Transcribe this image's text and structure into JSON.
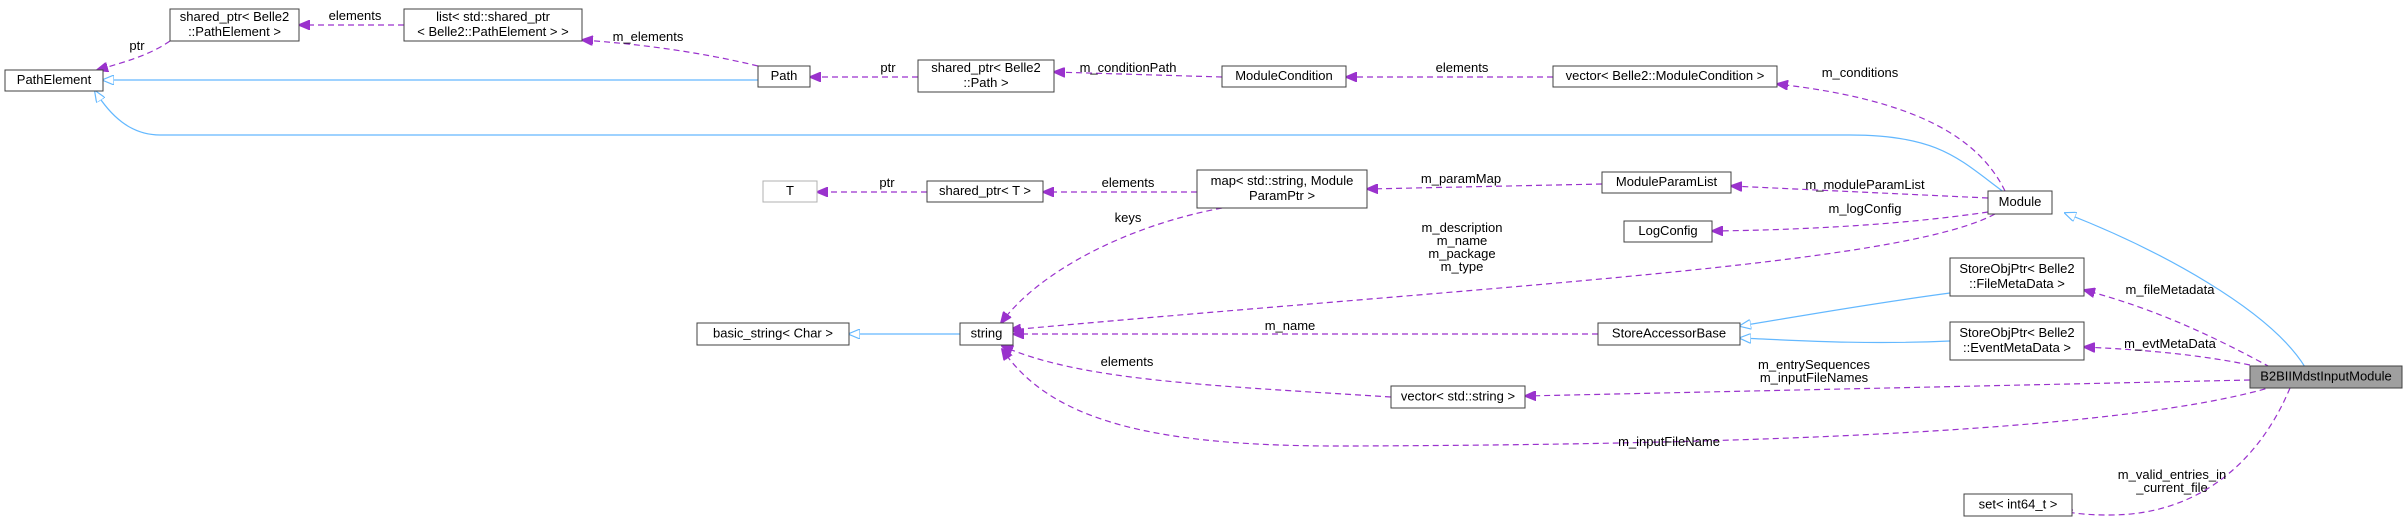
{
  "colors": {
    "inheritance": "#63b8ff",
    "usage": "#9a32cd",
    "highlight_fill": "#9f9f9f",
    "border": "#404040"
  },
  "nodes": [
    {
      "id": "pathelement",
      "lines": [
        "PathElement"
      ]
    },
    {
      "id": "sp_pathelement",
      "lines": [
        "shared_ptr< Belle2",
        "::PathElement >"
      ]
    },
    {
      "id": "list_sp",
      "lines": [
        "list< std::shared_ptr",
        "< Belle2::PathElement > >"
      ]
    },
    {
      "id": "path",
      "lines": [
        "Path"
      ]
    },
    {
      "id": "sp_path",
      "lines": [
        "shared_ptr< Belle2",
        "::Path >"
      ]
    },
    {
      "id": "modulecondition",
      "lines": [
        "ModuleCondition"
      ]
    },
    {
      "id": "vec_modcond",
      "lines": [
        "vector< Belle2::ModuleCondition >"
      ]
    },
    {
      "id": "t",
      "lines": [
        "T"
      ]
    },
    {
      "id": "sp_t",
      "lines": [
        "shared_ptr< T >"
      ]
    },
    {
      "id": "map_param",
      "lines": [
        "map< std::string, Module",
        "ParamPtr >"
      ]
    },
    {
      "id": "moduleparamlist",
      "lines": [
        "ModuleParamList"
      ]
    },
    {
      "id": "module",
      "lines": [
        "Module"
      ]
    },
    {
      "id": "logconfig",
      "lines": [
        "LogConfig"
      ]
    },
    {
      "id": "basic_string",
      "lines": [
        "basic_string< Char >"
      ]
    },
    {
      "id": "string",
      "lines": [
        "string"
      ]
    },
    {
      "id": "storeaccessorbase",
      "lines": [
        "StoreAccessorBase"
      ]
    },
    {
      "id": "sop_file",
      "lines": [
        "StoreObjPtr< Belle2",
        "::FileMetaData >"
      ]
    },
    {
      "id": "sop_evt",
      "lines": [
        "StoreObjPtr< Belle2",
        "::EventMetaData >"
      ]
    },
    {
      "id": "vec_string",
      "lines": [
        "vector< std::string >"
      ]
    },
    {
      "id": "b2bii",
      "lines": [
        "B2BIIMdstInputModule"
      ]
    },
    {
      "id": "set_int64",
      "lines": [
        "set< int64_t >"
      ]
    }
  ],
  "edge_labels": [
    {
      "id": "l_ptr1",
      "lines": [
        "ptr"
      ]
    },
    {
      "id": "l_elements1",
      "lines": [
        "elements"
      ]
    },
    {
      "id": "l_m_elements",
      "lines": [
        "m_elements"
      ]
    },
    {
      "id": "l_ptr2",
      "lines": [
        "ptr"
      ]
    },
    {
      "id": "l_m_conditionpath",
      "lines": [
        "m_conditionPath"
      ]
    },
    {
      "id": "l_elements2",
      "lines": [
        "elements"
      ]
    },
    {
      "id": "l_m_conditions",
      "lines": [
        "m_conditions"
      ]
    },
    {
      "id": "l_ptr3",
      "lines": [
        "ptr"
      ]
    },
    {
      "id": "l_elements3",
      "lines": [
        "elements"
      ]
    },
    {
      "id": "l_m_parammap",
      "lines": [
        "m_paramMap"
      ]
    },
    {
      "id": "l_m_moduleparamlist",
      "lines": [
        "m_moduleParamList"
      ]
    },
    {
      "id": "l_m_logconfig",
      "lines": [
        "m_logConfig"
      ]
    },
    {
      "id": "l_keys",
      "lines": [
        "keys"
      ]
    },
    {
      "id": "l_module_strings",
      "lines": [
        "m_description",
        "m_name",
        "m_package",
        "m_type"
      ]
    },
    {
      "id": "l_m_name",
      "lines": [
        "m_name"
      ]
    },
    {
      "id": "l_elements4",
      "lines": [
        "elements"
      ]
    },
    {
      "id": "l_m_inputfilename",
      "lines": [
        "m_inputFileName"
      ]
    },
    {
      "id": "l_m_entryseq",
      "lines": [
        "m_entrySequences",
        "m_inputFileNames"
      ]
    },
    {
      "id": "l_m_filemetadata",
      "lines": [
        "m_fileMetadata"
      ]
    },
    {
      "id": "l_m_evtmetadata",
      "lines": [
        "m_evtMetaData"
      ]
    },
    {
      "id": "l_m_valid",
      "lines": [
        "m_valid_entries_in",
        "_current_file"
      ]
    }
  ]
}
